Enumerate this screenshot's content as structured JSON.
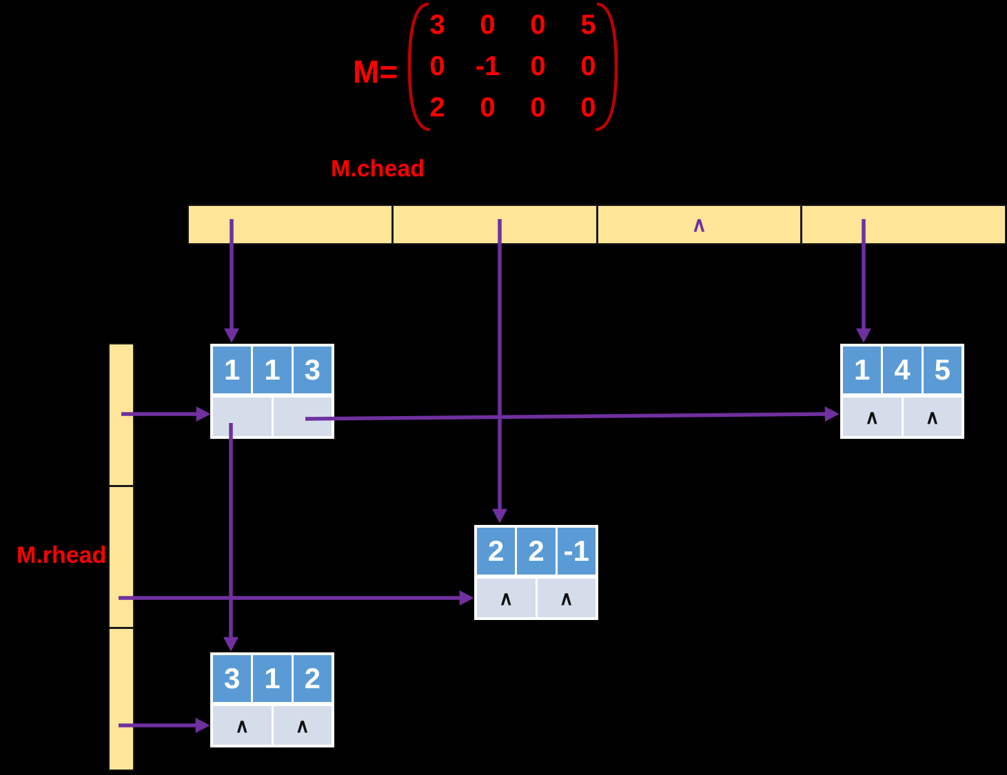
{
  "matrix": {
    "label": "M=",
    "rows": [
      [
        "3",
        "0",
        "0",
        "5"
      ],
      [
        "0",
        "-1",
        "0",
        "0"
      ],
      [
        "2",
        "0",
        "0",
        "0"
      ]
    ]
  },
  "chead": {
    "label": "M.chead",
    "cells": [
      "",
      "",
      "∧",
      ""
    ]
  },
  "rhead": {
    "label": "M.rhead",
    "cells": [
      "",
      "",
      ""
    ]
  },
  "nodes": [
    {
      "row": "1",
      "col": "1",
      "val": "3",
      "down": "",
      "right": ""
    },
    {
      "row": "1",
      "col": "4",
      "val": "5",
      "down": "∧",
      "right": "∧"
    },
    {
      "row": "2",
      "col": "2",
      "val": "-1",
      "down": "∧",
      "right": "∧"
    },
    {
      "row": "3",
      "col": "1",
      "val": "2",
      "down": "∧",
      "right": "∧"
    }
  ],
  "colors": {
    "background": "#000000",
    "red_text": "#FF0000",
    "paren_red": "#C00000",
    "bar_yellow": "#FFE699",
    "arrow_purple": "#7030A0",
    "node_blue": "#5B9BD5",
    "node_light": "#D5DDEB"
  }
}
